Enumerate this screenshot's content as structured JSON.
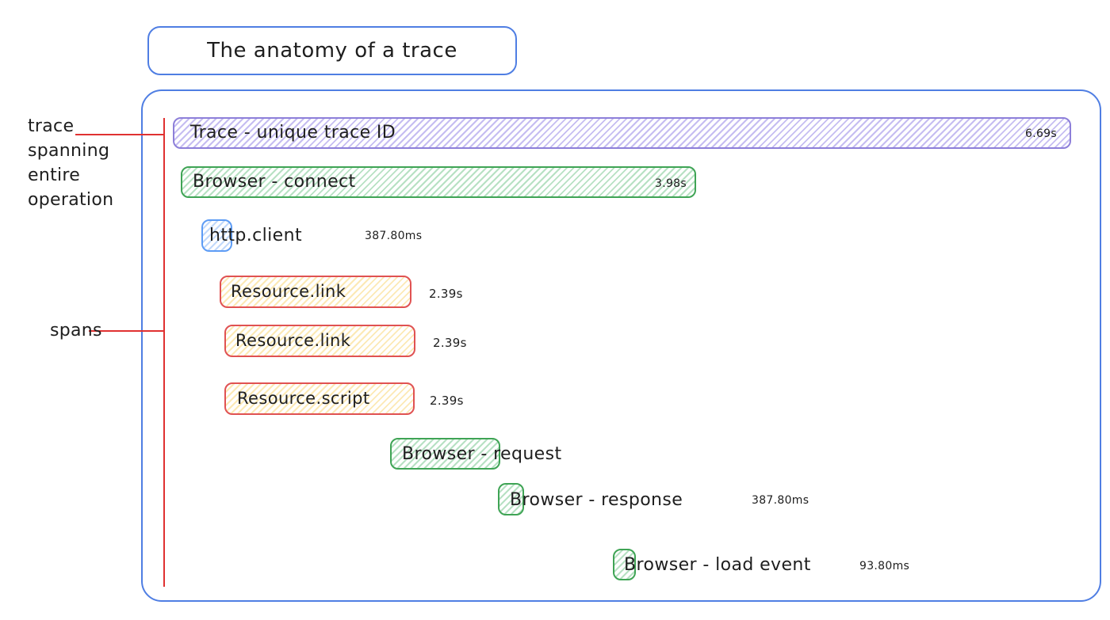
{
  "title": "The anatomy of a trace",
  "annotations": {
    "trace": "trace\nspanning\nentire\noperation",
    "spans": "spans"
  },
  "trace_bar": {
    "label": "Trace - unique trace ID",
    "duration": "6.69s",
    "color": "#8d7fd9"
  },
  "spans": [
    {
      "name": "browser-connect",
      "label": "Browser - connect",
      "duration": "3.98s",
      "color": "green"
    },
    {
      "name": "http-client",
      "label": "http.client",
      "duration": "387.80ms",
      "color": "blue"
    },
    {
      "name": "resource-link-1",
      "label": "Resource.link",
      "duration": "2.39s",
      "color": "yellow"
    },
    {
      "name": "resource-link-2",
      "label": "Resource.link",
      "duration": "2.39s",
      "color": "yellow"
    },
    {
      "name": "resource-script",
      "label": "Resource.script",
      "duration": "2.39s",
      "color": "yellow"
    },
    {
      "name": "browser-request",
      "label": "Browser - request",
      "duration": "",
      "color": "green"
    },
    {
      "name": "browser-response",
      "label": "Browser - response",
      "duration": "387.80ms",
      "color": "green"
    },
    {
      "name": "browser-load-event",
      "label": "Browser - load event",
      "duration": "93.80ms",
      "color": "green"
    }
  ],
  "colors": {
    "container_border": "#4f7ee3",
    "trace_purple": "#8d7fd9",
    "green": "#3fa455",
    "blue": "#5d9cf5",
    "yellow_border_red": "#e05252",
    "annotation_red": "#e03131",
    "text": "#1e1e1e"
  }
}
